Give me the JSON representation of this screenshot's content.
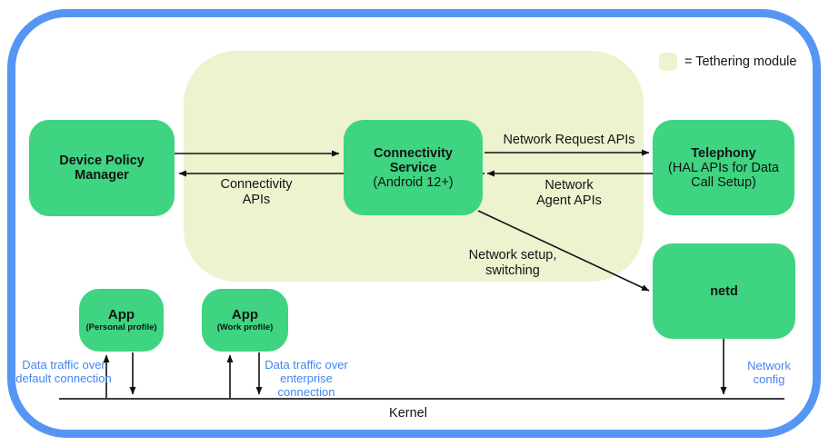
{
  "colors": {
    "node_green": "#3ed481",
    "tethering_module_bg": "#edf2cf",
    "frame_blue": "#5596f5",
    "label_blue": "#4285f4"
  },
  "legend": {
    "text": "= Tethering module"
  },
  "nodes": {
    "device_policy_manager": {
      "lines": [
        "Device Policy",
        "Manager"
      ]
    },
    "connectivity_service": {
      "title_lines": [
        "Connectivity",
        "Service"
      ],
      "subtitle": "(Android 12+)"
    },
    "telephony": {
      "title": "Telephony",
      "subtitle_lines": [
        "(HAL APIs for Data",
        "Call Setup)"
      ]
    },
    "netd": {
      "title": "netd"
    },
    "app_personal": {
      "title": "App",
      "subtitle": "(Personal profile)"
    },
    "app_work": {
      "title": "App",
      "subtitle": "(Work profile)"
    },
    "kernel": {
      "title": "Kernel"
    }
  },
  "edge_labels": {
    "connectivity_apis": [
      "Connectivity",
      "APIs"
    ],
    "network_request_apis": [
      "Network Request APIs"
    ],
    "network_agent_apis": [
      "Network",
      "Agent APIs"
    ],
    "network_setup_switching": [
      "Network setup,",
      "switching"
    ],
    "data_traffic_default": [
      "Data traffic over",
      "default connection"
    ],
    "data_traffic_enterprise": [
      "Data traffic over",
      "enterprise connection"
    ],
    "network_config": [
      "Network",
      "config"
    ]
  }
}
